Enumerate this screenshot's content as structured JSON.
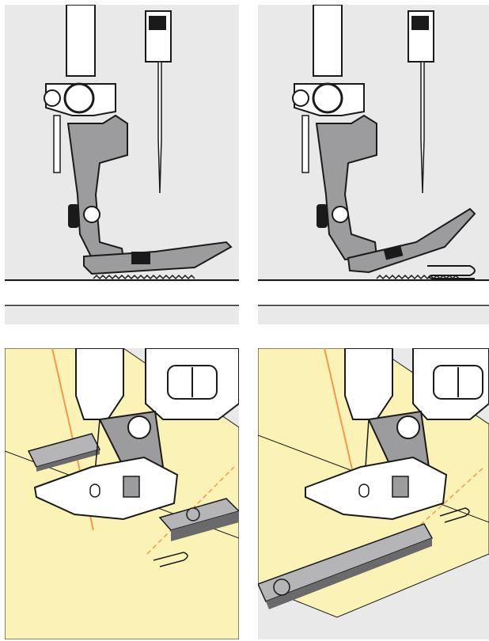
{
  "figure": {
    "panels": [
      {
        "id": "p1",
        "scene": "presser-foot-side-view-flat"
      },
      {
        "id": "p2",
        "scene": "presser-foot-side-view-on-fold"
      },
      {
        "id": "p3",
        "scene": "presser-foot-top-view-with-compensation-plates"
      },
      {
        "id": "p4",
        "scene": "presser-foot-top-view-with-height-compensation-tool"
      }
    ]
  },
  "colors": {
    "panel_bg": "#e9e9ea",
    "fabric": "#fbf3b6",
    "machine_white": "#ffffff",
    "metal_gray": "#9c9c9e",
    "outline": "#1a1a1a",
    "thread": "#f29a4a",
    "plate_gray": "#b5b5b7"
  },
  "icons": [
    "presser-foot",
    "needle",
    "feed-dog",
    "compensation-plate",
    "fabric-fold"
  ]
}
